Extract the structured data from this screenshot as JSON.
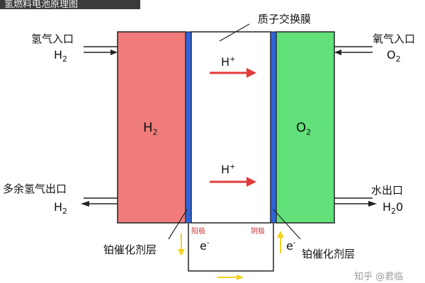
{
  "title": "氢燃料电池原理图",
  "membrane_label": "质子交换膜",
  "left": {
    "inlet_label": "氢气入口",
    "inlet_chem": "H",
    "inlet_sub": "2",
    "chamber_chem": "H",
    "chamber_sub": "2",
    "outlet_label": "多余氢气出口",
    "outlet_chem": "H",
    "outlet_sub": "2",
    "electrode_label": "阳极",
    "catalyst_label": "铂催化剂层",
    "electron": "e",
    "electron_sup": "-"
  },
  "right": {
    "inlet_label": "氧气入口",
    "inlet_chem": "O",
    "inlet_sub": "2",
    "chamber_chem": "O",
    "chamber_sub": "2",
    "outlet_label": "水出口",
    "outlet_chem": "H",
    "outlet_sub": "2",
    "outlet_tail": "0",
    "electrode_label": "阴极",
    "catalyst_label": "铂催化剂层",
    "electron": "e",
    "electron_sup": "-"
  },
  "proton": {
    "symbol": "H",
    "charge": "+"
  },
  "watermark": "知乎 @君临",
  "colors": {
    "hydrogen_chamber": "#ef7b7b",
    "oxygen_chamber": "#62e07a",
    "electrode": "#2f63d8",
    "arrow_red": "#e23b3b",
    "arrow_yellow": "#f3d21e",
    "line": "#222222"
  }
}
